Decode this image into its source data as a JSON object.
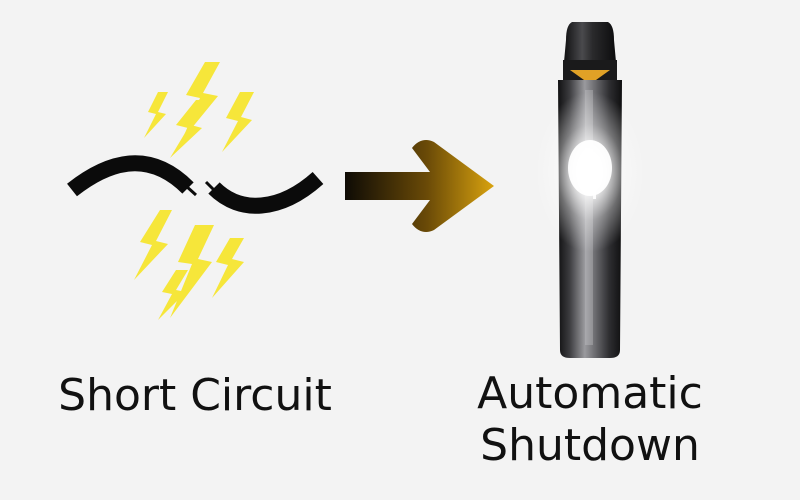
{
  "diagram": {
    "cause_label": "Short Circuit",
    "result_label_line1": "Automatic",
    "result_label_line2": "Shutdown"
  },
  "colors": {
    "background": "#f3f3f3",
    "spark": "#f6e63a",
    "wire": "#0b0b0b",
    "arrow_start": "#0e0b05",
    "arrow_end": "#d9a30f",
    "device_body": "#2a2a2c",
    "device_accent": "#e0a126",
    "glow": "#ffffff",
    "text": "#111111"
  },
  "icons": {
    "cause": "broken-wire-spark-icon",
    "transition": "arrow-right-icon",
    "result": "vape-pen-device-icon"
  }
}
